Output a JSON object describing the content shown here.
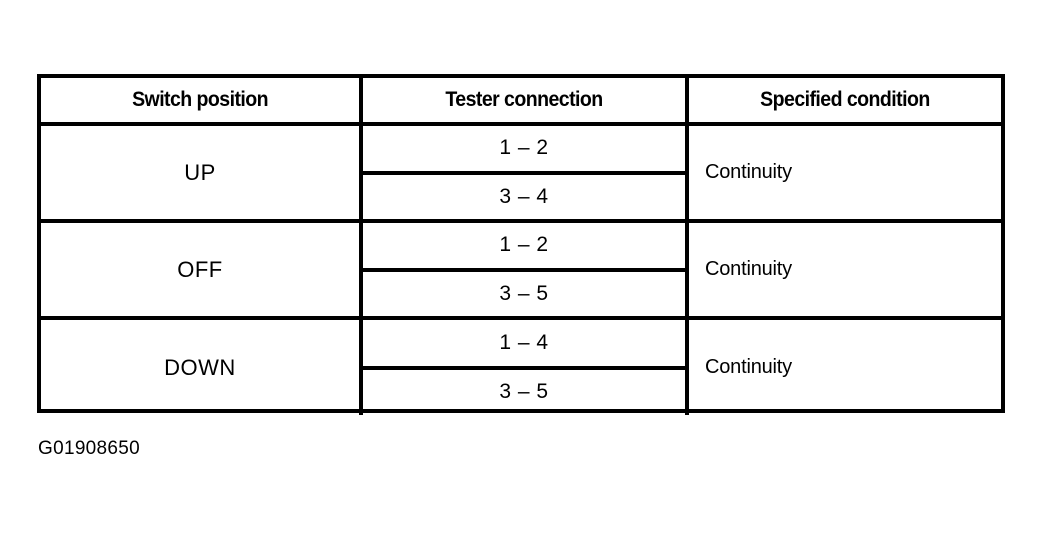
{
  "table": {
    "headers": [
      "Switch position",
      "Tester connection",
      "Specified condition"
    ],
    "rows": [
      {
        "switch_position": "UP",
        "tester_connections": [
          "1 – 2",
          "3 – 4"
        ],
        "specified_condition": "Continuity"
      },
      {
        "switch_position": "OFF",
        "tester_connections": [
          "1 – 2",
          "3 – 5"
        ],
        "specified_condition": "Continuity"
      },
      {
        "switch_position": "DOWN",
        "tester_connections": [
          "1 – 4",
          "3 – 5"
        ],
        "specified_condition": "Continuity"
      }
    ]
  },
  "caption": "G01908650",
  "colors": {
    "line": "#000000",
    "background": "#ffffff",
    "text": "#000000"
  }
}
